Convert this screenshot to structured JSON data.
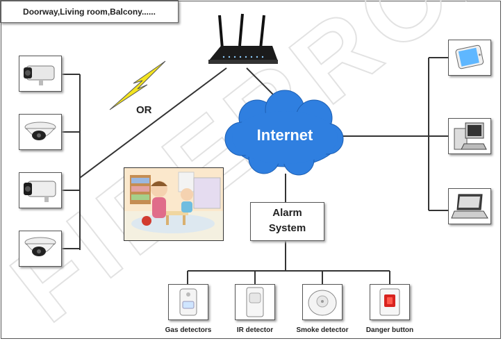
{
  "locations": "Doorway,Living room,Balcony......",
  "or_label": "OR",
  "internet": "Internet",
  "alarm_system": {
    "line1": "Alarm",
    "line2": "System"
  },
  "sensors": [
    {
      "label": "Gas detectors"
    },
    {
      "label": "IR detector"
    },
    {
      "label": "Smoke detector"
    },
    {
      "label": "Danger button"
    }
  ],
  "watermark": "FIBERROAD",
  "colors": {
    "cloud": "#2f7fe0",
    "lightning": "#f3e421",
    "line": "#333333"
  },
  "icons": [
    "router-icon",
    "lightning-icon",
    "cloud-icon",
    "bullet-camera-icon",
    "dome-camera-icon",
    "smartphone-icon",
    "desktop-computer-icon",
    "laptop-icon",
    "gas-detector-icon",
    "ir-detector-icon",
    "smoke-detector-icon",
    "danger-button-icon",
    "family-photo"
  ]
}
